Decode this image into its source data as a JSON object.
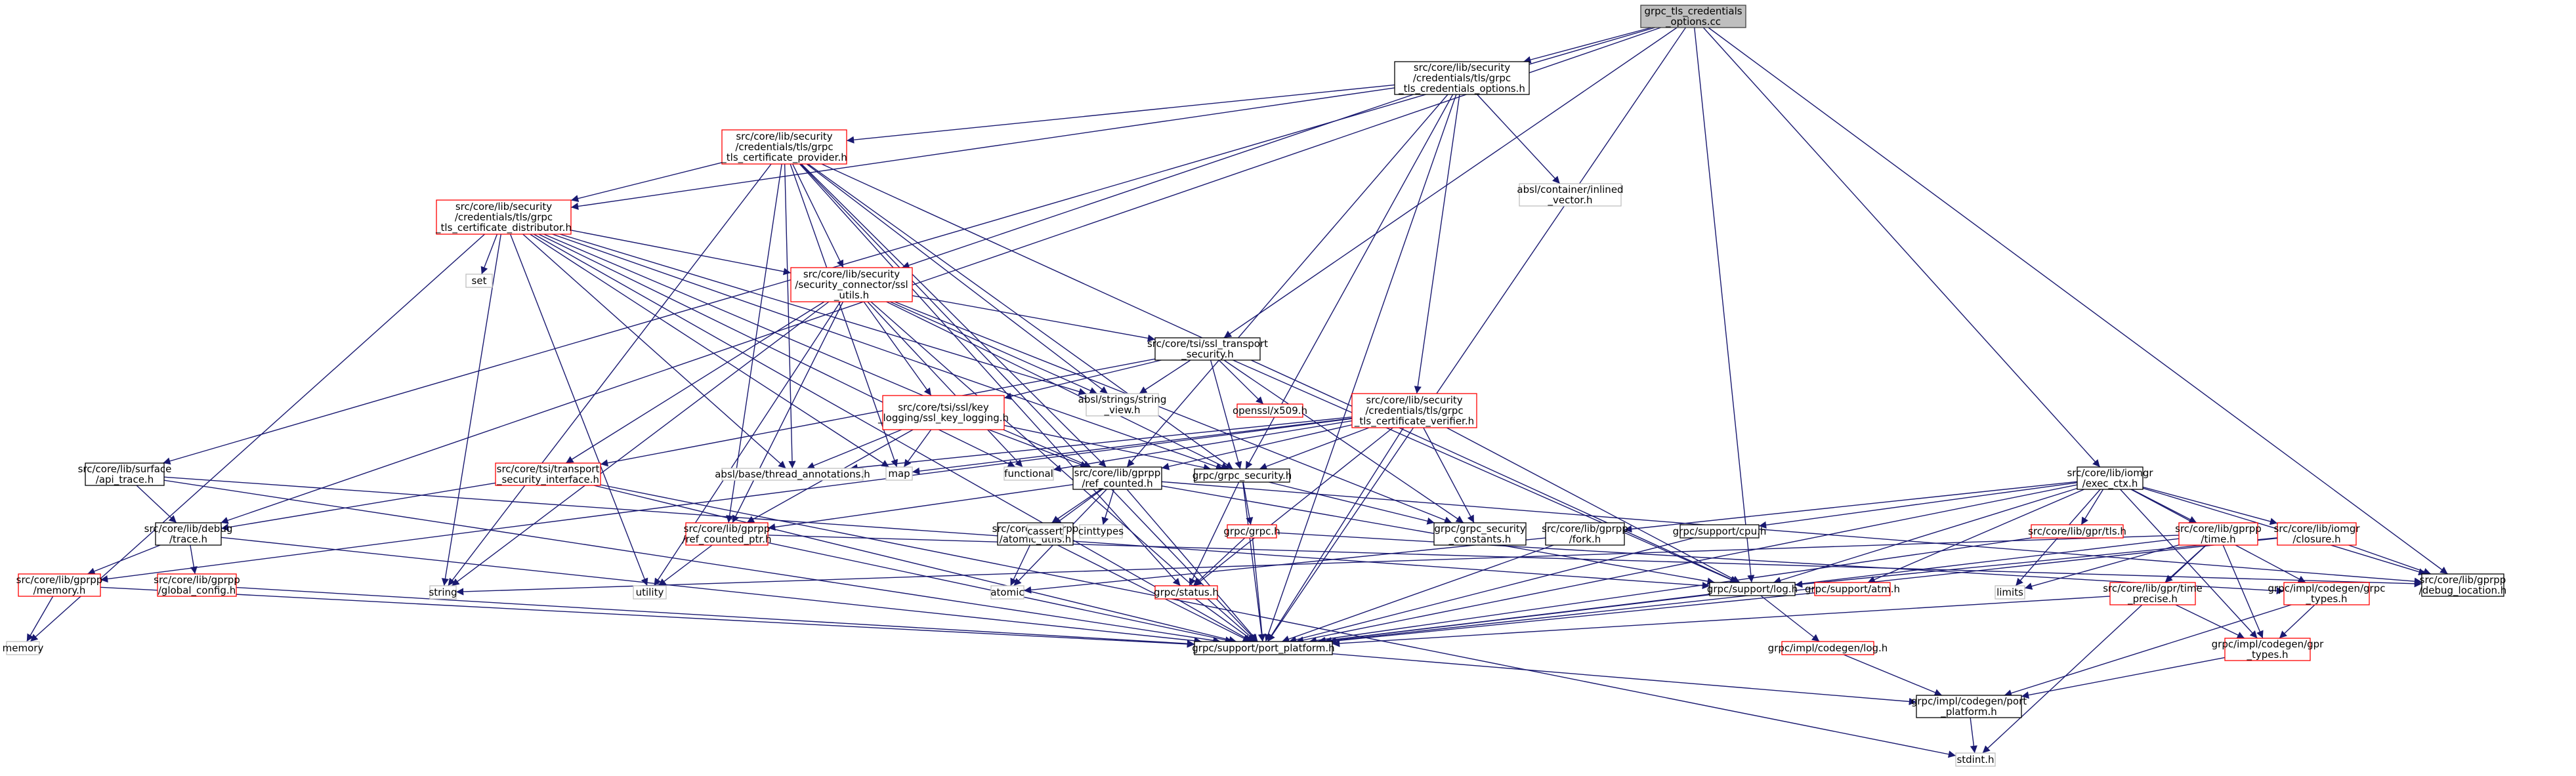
{
  "graph": {
    "nodes": {
      "root": {
        "lines": [
          "grpc_tls_credentials",
          "_options.cc"
        ],
        "style": "root"
      },
      "opts_h": {
        "lines": [
          "src/core/lib/security",
          "/credentials/tls/grpc",
          "_tls_credentials_options.h"
        ],
        "style": "black"
      },
      "provider_h": {
        "lines": [
          "src/core/lib/security",
          "/credentials/tls/grpc",
          "_tls_certificate_provider.h"
        ],
        "style": "red"
      },
      "inlined_vector": {
        "lines": [
          "absl/container/inlined",
          "_vector.h"
        ],
        "style": "gray"
      },
      "distributor_h": {
        "lines": [
          "src/core/lib/security",
          "/credentials/tls/grpc",
          "_tls_certificate_distributor.h"
        ],
        "style": "red"
      },
      "set": {
        "lines": [
          "set"
        ],
        "style": "gray"
      },
      "ssl_utils": {
        "lines": [
          "src/core/lib/security",
          "/security_connector/ssl",
          "_utils.h"
        ],
        "style": "red"
      },
      "ssl_transport": {
        "lines": [
          "src/core/tsi/ssl_transport",
          "_security.h"
        ],
        "style": "black"
      },
      "string_view": {
        "lines": [
          "absl/strings/string",
          "_view.h"
        ],
        "style": "gray"
      },
      "openssl": {
        "lines": [
          "openssl/x509.h"
        ],
        "style": "red"
      },
      "ssl_key_logging": {
        "lines": [
          "src/core/tsi/ssl/key",
          "_logging/ssl_key_logging.h"
        ],
        "style": "red"
      },
      "verifier_h": {
        "lines": [
          "src/core/lib/security",
          "/credentials/tls/grpc",
          "_tls_certificate_verifier.h"
        ],
        "style": "red"
      },
      "api_trace": {
        "lines": [
          "src/core/lib/surface",
          "/api_trace.h"
        ],
        "style": "black"
      },
      "transport_iface": {
        "lines": [
          "src/core/tsi/transport",
          "_security_interface.h"
        ],
        "style": "red"
      },
      "thread_annot": {
        "lines": [
          "absl/base/thread_annotations.h"
        ],
        "style": "gray"
      },
      "map": {
        "lines": [
          "map"
        ],
        "style": "gray"
      },
      "functional": {
        "lines": [
          "functional"
        ],
        "style": "gray"
      },
      "ref_counted": {
        "lines": [
          "src/core/lib/gprpp",
          "/ref_counted.h"
        ],
        "style": "black"
      },
      "grpc_security": {
        "lines": [
          "grpc/grpc_security.h"
        ],
        "style": "black"
      },
      "exec_ctx": {
        "lines": [
          "src/core/lib/iomgr",
          "/exec_ctx.h"
        ],
        "style": "black"
      },
      "debug_trace": {
        "lines": [
          "src/core/lib/debug",
          "/trace.h"
        ],
        "style": "black"
      },
      "ref_counted_ptr": {
        "lines": [
          "src/core/lib/gprpp",
          "/ref_counted_ptr.h"
        ],
        "style": "red"
      },
      "atomic_utils": {
        "lines": [
          "src/core/lib/gprpp",
          "/atomic_utils.h"
        ],
        "style": "black"
      },
      "cassert": {
        "lines": [
          "cassert"
        ],
        "style": "gray"
      },
      "cinttypes": {
        "lines": [
          "cinttypes"
        ],
        "style": "gray"
      },
      "sec_constants": {
        "lines": [
          "grpc/grpc_security",
          "_constants.h"
        ],
        "style": "black"
      },
      "grpc_h": {
        "lines": [
          "grpc/grpc.h"
        ],
        "style": "red"
      },
      "fork_h": {
        "lines": [
          "src/core/lib/gprpp",
          "/fork.h"
        ],
        "style": "black"
      },
      "cpu_h": {
        "lines": [
          "grpc/support/cpu.h"
        ],
        "style": "black"
      },
      "tls_h": {
        "lines": [
          "src/core/lib/gpr/tls.h"
        ],
        "style": "red"
      },
      "time_h": {
        "lines": [
          "src/core/lib/gprpp",
          "/time.h"
        ],
        "style": "red"
      },
      "closure_h": {
        "lines": [
          "src/core/lib/iomgr",
          "/closure.h"
        ],
        "style": "red"
      },
      "memory_h": {
        "lines": [
          "src/core/lib/gprpp",
          "/memory.h"
        ],
        "style": "red"
      },
      "global_config": {
        "lines": [
          "src/core/lib/gprpp",
          "/global_config.h"
        ],
        "style": "red"
      },
      "string": {
        "lines": [
          "string"
        ],
        "style": "gray"
      },
      "utility": {
        "lines": [
          "utility"
        ],
        "style": "gray"
      },
      "atomic": {
        "lines": [
          "atomic"
        ],
        "style": "gray"
      },
      "status_h": {
        "lines": [
          "grpc/status.h"
        ],
        "style": "red"
      },
      "log_h": {
        "lines": [
          "grpc/support/log.h"
        ],
        "style": "black"
      },
      "atm_h": {
        "lines": [
          "grpc/support/atm.h"
        ],
        "style": "red"
      },
      "limits": {
        "lines": [
          "limits"
        ],
        "style": "gray"
      },
      "time_precise": {
        "lines": [
          "src/core/lib/gpr/time",
          "_precise.h"
        ],
        "style": "red"
      },
      "codegen_grpc_types": {
        "lines": [
          "grpc/impl/codegen/grpc",
          "_types.h"
        ],
        "style": "red"
      },
      "debug_location": {
        "lines": [
          "src/core/lib/gprpp",
          "/debug_location.h"
        ],
        "style": "black"
      },
      "memory": {
        "lines": [
          "memory"
        ],
        "style": "gray"
      },
      "port_platform": {
        "lines": [
          "grpc/support/port_platform.h"
        ],
        "style": "black"
      },
      "codegen_gpr_types": {
        "lines": [
          "grpc/impl/codegen/gpr",
          "_types.h"
        ],
        "style": "red"
      },
      "codegen_log": {
        "lines": [
          "grpc/impl/codegen/log.h"
        ],
        "style": "red"
      },
      "codegen_port_platform": {
        "lines": [
          "grpc/impl/codegen/port",
          "_platform.h"
        ],
        "style": "black"
      },
      "stdint": {
        "lines": [
          "stdint.h"
        ],
        "style": "gray"
      }
    },
    "edges": [
      [
        "root",
        "opts_h"
      ],
      [
        "root",
        "api_trace"
      ],
      [
        "root",
        "debug_trace"
      ],
      [
        "root",
        "ssl_transport"
      ],
      [
        "root",
        "exec_ctx"
      ],
      [
        "root",
        "log_h"
      ],
      [
        "root",
        "port_platform"
      ],
      [
        "root",
        "debug_location"
      ],
      [
        "opts_h",
        "provider_h"
      ],
      [
        "opts_h",
        "inlined_vector"
      ],
      [
        "opts_h",
        "distributor_h"
      ],
      [
        "opts_h",
        "ssl_utils"
      ],
      [
        "opts_h",
        "verifier_h"
      ],
      [
        "opts_h",
        "ref_counted"
      ],
      [
        "opts_h",
        "grpc_security"
      ],
      [
        "opts_h",
        "port_platform"
      ],
      [
        "provider_h",
        "distributor_h"
      ],
      [
        "provider_h",
        "ssl_utils"
      ],
      [
        "provider_h",
        "string_view"
      ],
      [
        "provider_h",
        "thread_annot"
      ],
      [
        "provider_h",
        "map"
      ],
      [
        "provider_h",
        "ref_counted"
      ],
      [
        "provider_h",
        "ref_counted_ptr"
      ],
      [
        "provider_h",
        "grpc_security"
      ],
      [
        "provider_h",
        "status_h"
      ],
      [
        "provider_h",
        "log_h"
      ],
      [
        "provider_h",
        "port_platform"
      ],
      [
        "provider_h",
        "string"
      ],
      [
        "distributor_h",
        "set"
      ],
      [
        "distributor_h",
        "ssl_utils"
      ],
      [
        "distributor_h",
        "string_view"
      ],
      [
        "distributor_h",
        "thread_annot"
      ],
      [
        "distributor_h",
        "map"
      ],
      [
        "distributor_h",
        "functional"
      ],
      [
        "distributor_h",
        "ref_counted"
      ],
      [
        "distributor_h",
        "grpc_security"
      ],
      [
        "distributor_h",
        "memory"
      ],
      [
        "distributor_h",
        "string"
      ],
      [
        "distributor_h",
        "utility"
      ],
      [
        "distributor_h",
        "port_platform"
      ],
      [
        "ssl_utils",
        "ssl_transport"
      ],
      [
        "ssl_utils",
        "ssl_key_logging"
      ],
      [
        "ssl_utils",
        "string_view"
      ],
      [
        "ssl_utils",
        "transport_iface"
      ],
      [
        "ssl_utils",
        "functional"
      ],
      [
        "ssl_utils",
        "ref_counted_ptr"
      ],
      [
        "ssl_utils",
        "grpc_security"
      ],
      [
        "ssl_utils",
        "sec_constants"
      ],
      [
        "ssl_utils",
        "string"
      ],
      [
        "ssl_utils",
        "utility"
      ],
      [
        "ssl_utils",
        "port_platform"
      ],
      [
        "ssl_transport",
        "string_view"
      ],
      [
        "ssl_transport",
        "openssl"
      ],
      [
        "ssl_transport",
        "ssl_key_logging"
      ],
      [
        "ssl_transport",
        "transport_iface"
      ],
      [
        "ssl_transport",
        "grpc_security"
      ],
      [
        "ssl_transport",
        "sec_constants"
      ],
      [
        "ssl_transport",
        "log_h"
      ],
      [
        "ssl_key_logging",
        "thread_annot"
      ],
      [
        "ssl_key_logging",
        "map"
      ],
      [
        "ssl_key_logging",
        "ref_counted"
      ],
      [
        "ssl_key_logging",
        "ref_counted_ptr"
      ],
      [
        "ssl_key_logging",
        "grpc_security"
      ],
      [
        "verifier_h",
        "thread_annot"
      ],
      [
        "verifier_h",
        "map"
      ],
      [
        "verifier_h",
        "functional"
      ],
      [
        "verifier_h",
        "ref_counted"
      ],
      [
        "verifier_h",
        "grpc_security"
      ],
      [
        "verifier_h",
        "sec_constants"
      ],
      [
        "verifier_h",
        "status_h"
      ],
      [
        "verifier_h",
        "log_h"
      ],
      [
        "verifier_h",
        "port_platform"
      ],
      [
        "verifier_h",
        "memory_h"
      ],
      [
        "api_trace",
        "debug_trace"
      ],
      [
        "api_trace",
        "log_h"
      ],
      [
        "api_trace",
        "port_platform"
      ],
      [
        "transport_iface",
        "debug_trace"
      ],
      [
        "transport_iface",
        "port_platform"
      ],
      [
        "transport_iface",
        "stdint"
      ],
      [
        "ref_counted",
        "ref_counted_ptr"
      ],
      [
        "ref_counted",
        "atomic_utils"
      ],
      [
        "ref_counted",
        "cassert"
      ],
      [
        "ref_counted",
        "cinttypes"
      ],
      [
        "ref_counted",
        "atomic"
      ],
      [
        "ref_counted",
        "debug_location"
      ],
      [
        "ref_counted",
        "log_h"
      ],
      [
        "ref_counted",
        "port_platform"
      ],
      [
        "grpc_security",
        "sec_constants"
      ],
      [
        "grpc_security",
        "grpc_h"
      ],
      [
        "grpc_security",
        "status_h"
      ],
      [
        "grpc_security",
        "port_platform"
      ],
      [
        "grpc_h",
        "status_h"
      ],
      [
        "grpc_h",
        "codegen_grpc_types"
      ],
      [
        "grpc_h",
        "port_platform"
      ],
      [
        "debug_trace",
        "memory_h"
      ],
      [
        "debug_trace",
        "global_config"
      ],
      [
        "debug_trace",
        "port_platform"
      ],
      [
        "memory_h",
        "memory"
      ],
      [
        "memory_h",
        "port_platform"
      ],
      [
        "global_config",
        "port_platform"
      ],
      [
        "ref_counted_ptr",
        "utility"
      ],
      [
        "ref_counted_ptr",
        "debug_location"
      ],
      [
        "ref_counted_ptr",
        "port_platform"
      ],
      [
        "atomic_utils",
        "atomic"
      ],
      [
        "atomic_utils",
        "port_platform"
      ],
      [
        "exec_ctx",
        "fork_h"
      ],
      [
        "exec_ctx",
        "cpu_h"
      ],
      [
        "exec_ctx",
        "tls_h"
      ],
      [
        "exec_ctx",
        "time_h"
      ],
      [
        "exec_ctx",
        "closure_h"
      ],
      [
        "exec_ctx",
        "atm_h"
      ],
      [
        "exec_ctx",
        "log_h"
      ],
      [
        "exec_ctx",
        "debug_location"
      ],
      [
        "exec_ctx",
        "limits"
      ],
      [
        "exec_ctx",
        "port_platform"
      ],
      [
        "exec_ctx",
        "codegen_grpc_types"
      ],
      [
        "exec_ctx",
        "codegen_gpr_types"
      ],
      [
        "fork_h",
        "atomic"
      ],
      [
        "fork_h",
        "port_platform"
      ],
      [
        "cpu_h",
        "port_platform"
      ],
      [
        "tls_h",
        "port_platform"
      ],
      [
        "time_h",
        "time_precise"
      ],
      [
        "time_h",
        "string"
      ],
      [
        "time_h",
        "limits"
      ],
      [
        "time_h",
        "codegen_gpr_types"
      ],
      [
        "time_h",
        "port_platform"
      ],
      [
        "time_h",
        "stdint"
      ],
      [
        "closure_h",
        "debug_location"
      ],
      [
        "closure_h",
        "log_h"
      ],
      [
        "closure_h",
        "port_platform"
      ],
      [
        "time_precise",
        "codegen_gpr_types"
      ],
      [
        "time_precise",
        "port_platform"
      ],
      [
        "codegen_grpc_types",
        "codegen_gpr_types"
      ],
      [
        "codegen_grpc_types",
        "codegen_port_platform"
      ],
      [
        "codegen_gpr_types",
        "codegen_port_platform"
      ],
      [
        "status_h",
        "port_platform"
      ],
      [
        "atm_h",
        "port_platform"
      ],
      [
        "log_h",
        "codegen_log"
      ],
      [
        "log_h",
        "port_platform"
      ],
      [
        "codegen_log",
        "codegen_port_platform"
      ],
      [
        "port_platform",
        "codegen_port_platform"
      ],
      [
        "codegen_port_platform",
        "stdint"
      ]
    ]
  }
}
